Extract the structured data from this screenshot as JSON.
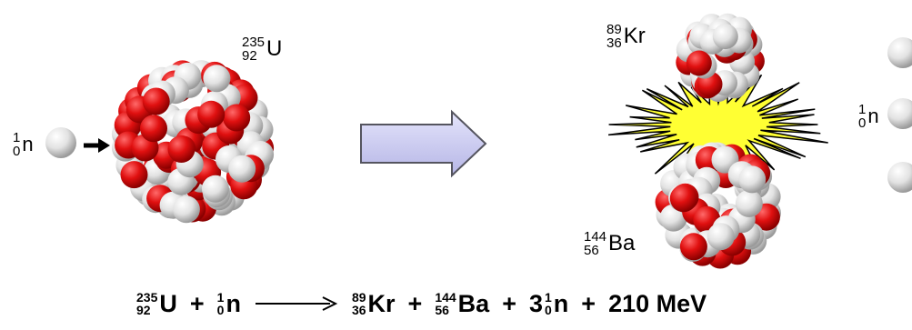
{
  "labels": {
    "uranium": {
      "mass": "235",
      "atomic": "92",
      "symbol": "U"
    },
    "neutron_in": {
      "mass": "1",
      "atomic": "0",
      "symbol": "n"
    },
    "krypton": {
      "mass": "89",
      "atomic": "36",
      "symbol": "Kr"
    },
    "barium": {
      "mass": "144",
      "atomic": "56",
      "symbol": "Ba"
    },
    "neutron_out": {
      "mass": "1",
      "atomic": "0",
      "symbol": "n"
    }
  },
  "equation": {
    "reactant1": {
      "mass": "235",
      "atomic": "92",
      "symbol": "U"
    },
    "plus1": "+",
    "reactant2": {
      "mass": "1",
      "atomic": "0",
      "symbol": "n"
    },
    "product1": {
      "mass": "89",
      "atomic": "36",
      "symbol": "Kr"
    },
    "plus2": "+",
    "product2": {
      "mass": "144",
      "atomic": "56",
      "symbol": "Ba"
    },
    "plus3": "+",
    "product3": {
      "coefficient": "3",
      "mass": "1",
      "atomic": "0",
      "symbol": "n"
    },
    "plus4": "+",
    "energy": "210 MeV"
  },
  "colors": {
    "proton": "#e01010",
    "neutron": "#d8d8d8",
    "flash": "#ffff33",
    "process_arrow": "#c8c8f0"
  }
}
